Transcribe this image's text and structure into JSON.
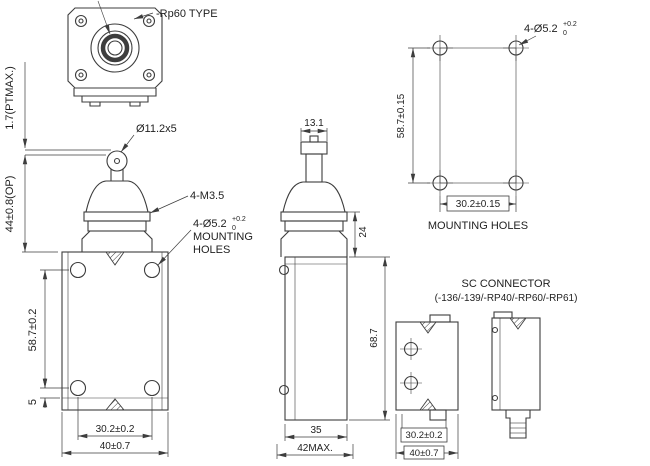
{
  "meta": {
    "background": "#ffffff",
    "line_color": "#3d3d3d",
    "text_color": "#1f1f1f"
  },
  "top_view": {
    "type_label": "-Rp60 TYPE"
  },
  "front_view": {
    "plunger_dim": "Ø11.2x5",
    "screws_label": "4-M3.5",
    "holes_label": "4-Ø5.2",
    "holes_tol_upper": "+0.2",
    "holes_tol_lower": "0",
    "holes_label_line2": "MOUNTING",
    "holes_label_line3": "HOLES",
    "dim_pretravel": "1.7(PTMAX.)",
    "dim_operating": "44±0.8(OP)",
    "dim_hole_span_v": "58.7±0.2",
    "dim_base_offset": "5",
    "dim_hole_span_h": "30.2±0.2",
    "dim_width": "40±0.7"
  },
  "side_view": {
    "dim_plunger_w": "13.1",
    "dim_head_h": "24",
    "dim_body_h": "68.7",
    "dim_depth": "35",
    "dim_depth_max": "42MAX."
  },
  "mounting_holes_view": {
    "holes_label": "4-Ø5.2",
    "holes_tol_upper": "+0.2",
    "holes_tol_lower": "0",
    "dim_v": "58.7±0.15",
    "dim_h": "30.2±0.15",
    "caption": "MOUNTING HOLES"
  },
  "sc_connector_view": {
    "title": "SC CONNECTOR",
    "subtitle": "(-136/-139/-RP40/-RP60/-RP61)",
    "dim_hole_span": "30.2±0.2",
    "dim_width": "40±0.7"
  }
}
